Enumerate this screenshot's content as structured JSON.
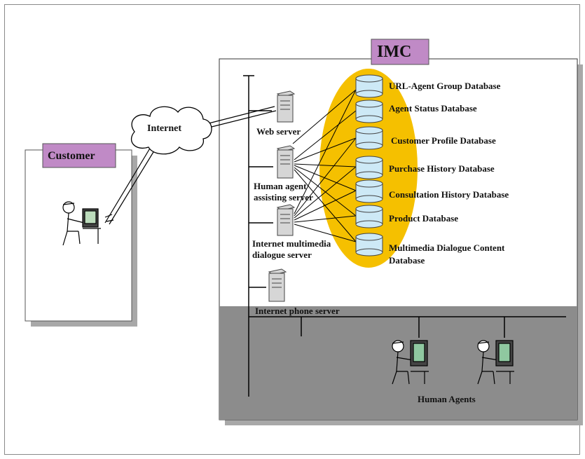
{
  "title": "IMC",
  "customer": {
    "label": "Customer"
  },
  "internet": {
    "label": "Internet"
  },
  "servers": {
    "web": "Web server",
    "human_agent_line1": "Human agent",
    "human_agent_line2": "assisting server",
    "multimedia_line1": "Internet multimedia",
    "multimedia_line2": "dialogue server",
    "phone": "Internet phone server"
  },
  "databases": [
    "URL-Agent Group Database",
    "Agent Status Database",
    "Customer Profile Database",
    "Purchase History Database",
    "Consultation History Database",
    "Product Database"
  ],
  "multimedia_db": {
    "line1": "Multimedia Dialogue Content",
    "line2": "Database"
  },
  "human_agents": {
    "label": "Human Agents"
  },
  "colors": {
    "db_group_fill": "#f5c000",
    "db_fill": "#cde9f6",
    "label_box_fill": "#c08ac6",
    "agent_area_fill": "#8c8c8c",
    "shadow": "#a8a8a8"
  }
}
